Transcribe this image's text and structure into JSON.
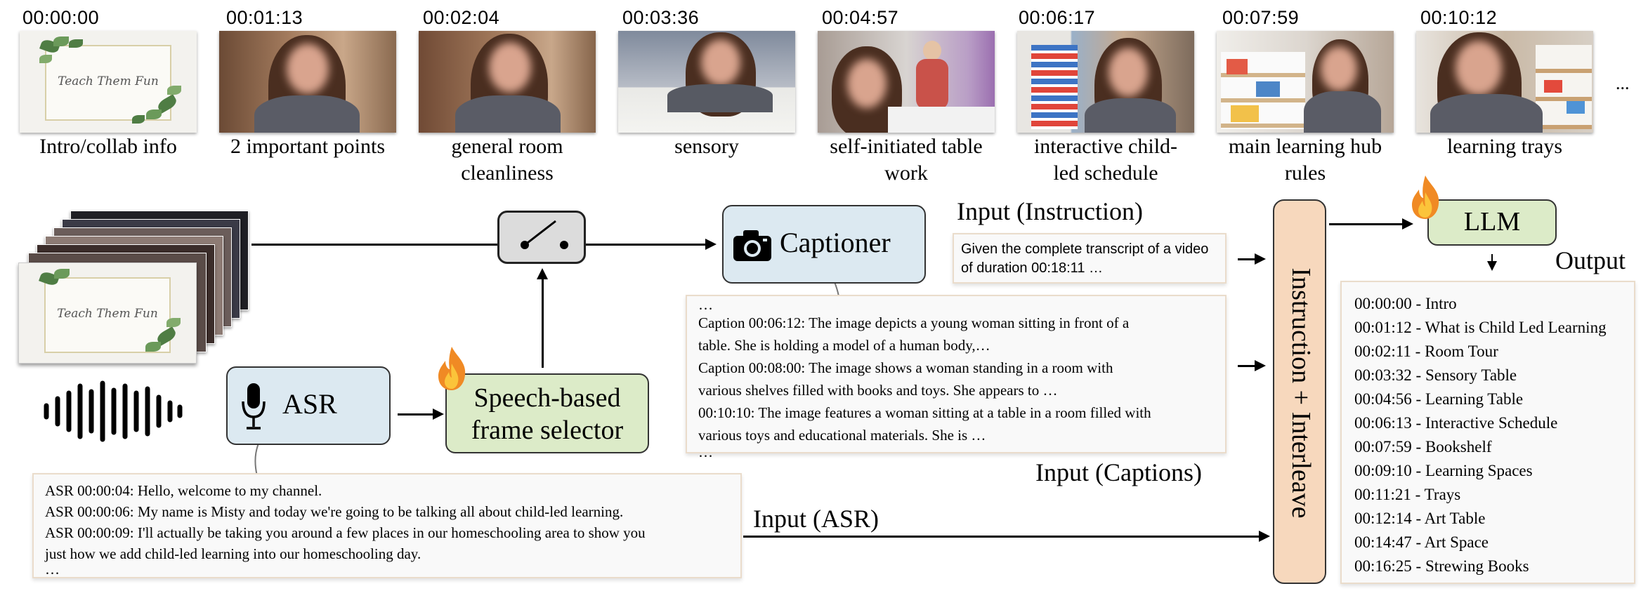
{
  "timeline": {
    "frames": [
      {
        "timestamp": "00:00:00",
        "label": "Intro/collab info",
        "thumb_title": "Teach Them Fun"
      },
      {
        "timestamp": "00:01:13",
        "label": "2 important points"
      },
      {
        "timestamp": "00:02:04",
        "label": "general room cleanliness"
      },
      {
        "timestamp": "00:03:36",
        "label": "sensory"
      },
      {
        "timestamp": "00:04:57",
        "label": "self-initiated table work"
      },
      {
        "timestamp": "00:06:17",
        "label": "interactive child-led schedule"
      },
      {
        "timestamp": "00:07:59",
        "label": "main learning hub rules"
      },
      {
        "timestamp": "00:10:12",
        "label": "learning trays"
      }
    ],
    "ellipsis": "..."
  },
  "input_video": {
    "thumb_title": "Teach Them Fun"
  },
  "modules": {
    "captioner": {
      "label": "Captioner",
      "icon": "camera-icon"
    },
    "asr": {
      "label": "ASR",
      "icon": "microphone-icon"
    },
    "frame_selector": {
      "line1": "Speech-based",
      "line2": "frame selector",
      "icon": "fire-icon"
    },
    "interleave": {
      "label": "Instruction + Interleave"
    },
    "llm": {
      "label": "LLM",
      "icon": "fire-icon"
    }
  },
  "instruction": {
    "header": "Input (Instruction)",
    "lines": [
      "Given the complete transcript of a video",
      "of duration 00:18:11 …"
    ]
  },
  "captions": {
    "header": "Input (Captions)",
    "top_ellipsis": "…",
    "lines": [
      "Caption 00:06:12: The image depicts a young woman sitting in front of a",
      "table. She is holding a model of a human body,…",
      "Caption 00:08:00: The image shows a woman standing in a room with",
      "various shelves filled with books and toys. She appears to …",
      "00:10:10: The image features a woman sitting at a table in a room filled with",
      "various toys and educational materials. She is …"
    ],
    "bottom_ellipsis": "…"
  },
  "asr_transcript": {
    "header": "Input (ASR)",
    "lines": [
      "ASR 00:00:04: Hello, welcome to my channel.",
      "ASR 00:00:06: My name is Misty and today we're going to be talking all about child-led learning.",
      "ASR 00:00:09: I'll actually be taking you around a few places in our homeschooling area to show you",
      "just how we add child-led learning into our homeschooling day."
    ],
    "ellipsis": "…"
  },
  "output": {
    "header": "Output",
    "chapters": [
      "00:00:00 - Intro",
      "00:01:12 - What is Child Led Learning",
      "00:02:11 - Room Tour",
      "00:03:32 - Sensory Table",
      "00:04:56 - Learning Table",
      "00:06:13 - Interactive Schedule",
      "00:07:59 - Bookshelf",
      "00:09:10 - Learning Spaces",
      "00:11:21 - Trays",
      "00:12:14 - Art Table",
      "00:14:47 - Art Space",
      "00:16:25 - Strewing Books"
    ]
  },
  "colors": {
    "module_blue": "#dce9f1",
    "module_green": "#dcebc8",
    "interleave_peach": "#f7d8bd",
    "fire": "#f08a24"
  }
}
